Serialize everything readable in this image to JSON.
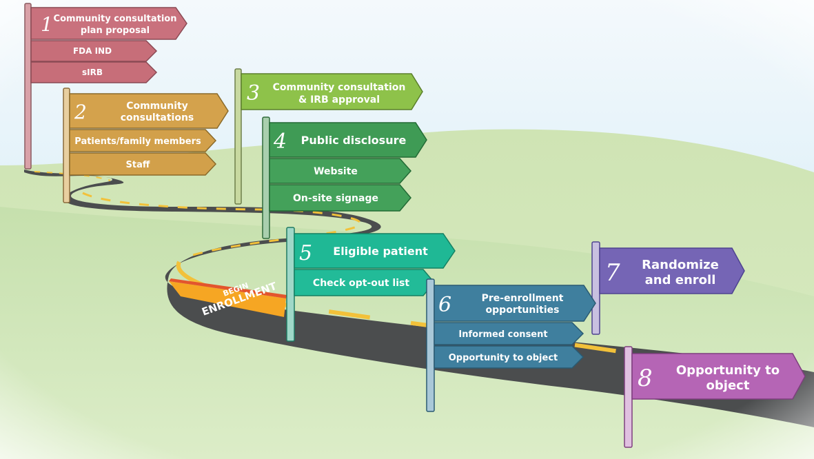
{
  "road": {
    "begin_line1": "BEGIN",
    "begin_line2": "ENROLLMENT"
  },
  "steps": [
    {
      "number": "1",
      "title_lines": [
        "Community consultation",
        "plan proposal"
      ],
      "sub": [
        "FDA IND",
        "sIRB"
      ],
      "color": "#c9717d"
    },
    {
      "number": "2",
      "title_lines": [
        "Community",
        "consultations"
      ],
      "sub": [
        "Patients/family members",
        "Staff"
      ],
      "color": "#d4a24c"
    },
    {
      "number": "3",
      "title_lines": [
        "Community consultation",
        "& IRB approval"
      ],
      "sub": [],
      "color": "#8ec24a"
    },
    {
      "number": "4",
      "title_lines": [
        "Public disclosure"
      ],
      "sub": [
        "Website",
        "On-site signage"
      ],
      "color": "#3f9b55"
    },
    {
      "number": "5",
      "title_lines": [
        "Eligible patient"
      ],
      "sub": [
        "Check opt-out list"
      ],
      "color": "#1fb895"
    },
    {
      "number": "6",
      "title_lines": [
        "Pre-enrollment",
        "opportunities"
      ],
      "sub": [
        "Informed consent",
        "Opportunity to object"
      ],
      "color": "#3f7f9e"
    },
    {
      "number": "7",
      "title_lines": [
        "Randomize",
        "and enroll"
      ],
      "sub": [],
      "color": "#7565b5"
    },
    {
      "number": "8",
      "title_lines": [
        "Opportunity to",
        "object"
      ],
      "sub": [],
      "color": "#b565b5"
    }
  ]
}
